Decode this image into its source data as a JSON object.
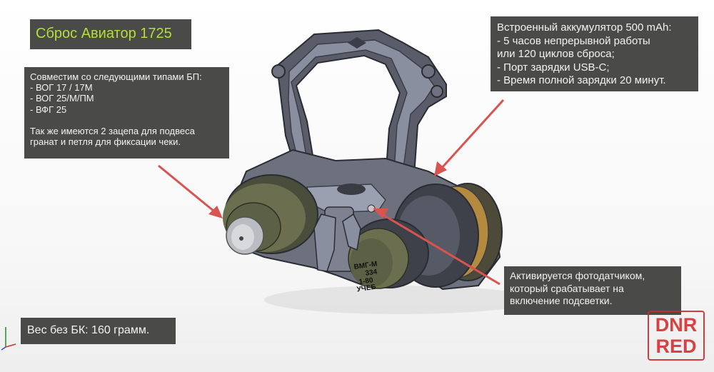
{
  "title": "Сброс Авиатор 1725",
  "compat": {
    "lines": [
      "Совместим со следующими типами БП:",
      "- ВОГ 17 / 17М",
      "- ВОГ 25/М/ПМ",
      "- ВФГ 25",
      "Так же имеются 2 зацепа для подвеса",
      "гранат и петля для фиксации чеки."
    ]
  },
  "battery": {
    "lines": [
      "Встроенный аккумулятор 500 mAh:",
      "- 5 часов непрерывной работы",
      "или 120 циклов сброса;",
      "- Порт зарядки USB-C;",
      "- Время полной зарядки 20 минут."
    ]
  },
  "sensor": {
    "lines": [
      "Активируется фотодатчиком,",
      "который срабатывает на",
      "включение подсветки."
    ]
  },
  "weight": "Вес без БК: 160 грамм.",
  "grenade_marking": {
    "lines": [
      "ВМГ-М",
      "334",
      "1-80",
      "УЧЕБ"
    ]
  },
  "watermark": {
    "line1": "DNR",
    "line2": "RED"
  },
  "colors": {
    "box_bg": "#4a4b49",
    "title_text": "#b6dd38",
    "arrow": "#d9534f",
    "watermark": "#d42f2f",
    "frame": "#7a7f8e",
    "grenade": "#6b6f50"
  }
}
